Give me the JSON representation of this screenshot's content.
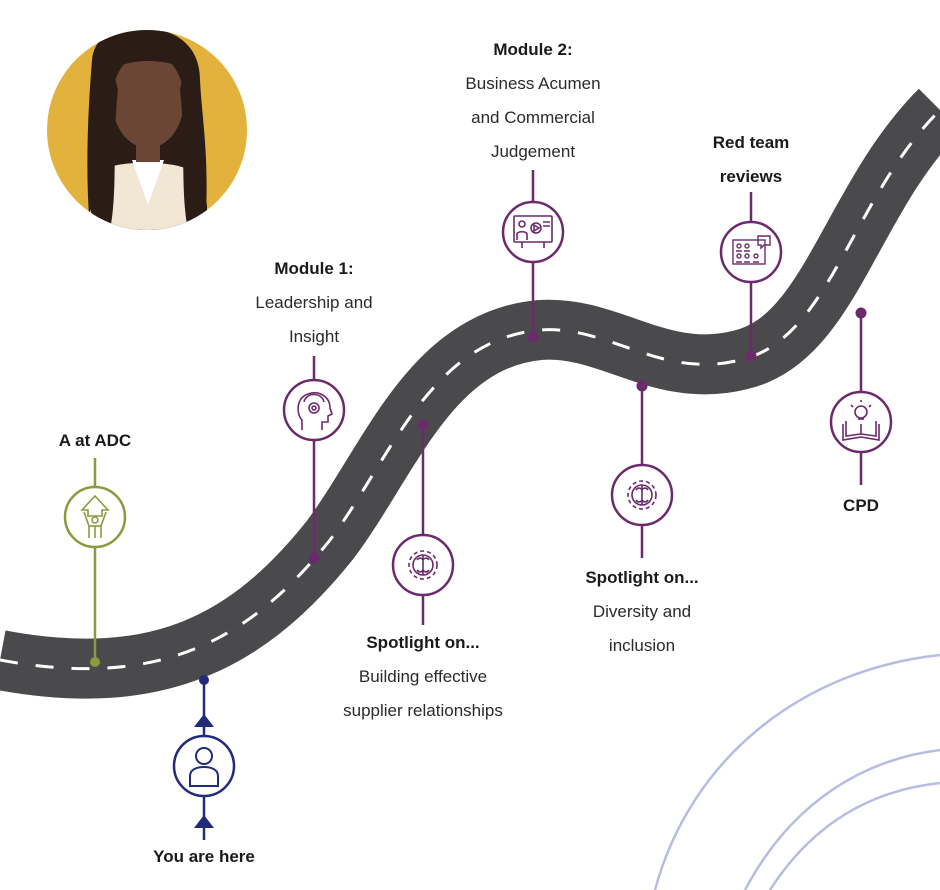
{
  "milestones": {
    "you_are_here": {
      "title": "You are here"
    },
    "a_at_adc": {
      "title": "A at ADC"
    },
    "module1": {
      "title": "Module 1:",
      "line1": "Leadership and",
      "line2": "Insight"
    },
    "spotlight_supplier": {
      "title": "Spotlight on...",
      "line1": "Building effective",
      "line2": "supplier relationships"
    },
    "module2": {
      "title": "Module 2:",
      "line1": "Business Acumen",
      "line2": "and Commercial",
      "line3": "Judgement"
    },
    "spotlight_diversity": {
      "title": "Spotlight on...",
      "line1": "Diversity and",
      "line2": "inclusion"
    },
    "red_team": {
      "title": "Red team",
      "line2": "reviews"
    },
    "cpd": {
      "title": "CPD"
    }
  },
  "icons": {
    "you_are_here": "person-icon",
    "a_at_adc": "achievement-icon",
    "module1": "headset-head-icon",
    "spotlight_supplier": "brain-gear-icon",
    "module2": "video-presentation-icon",
    "spotlight_diversity": "brain-gear-icon",
    "red_team": "meeting-review-icon",
    "cpd": "book-lightbulb-icon"
  },
  "colors": {
    "road": "#4a4a4d",
    "road_dash": "#ffffff",
    "purple": "#6b2a6b",
    "olive": "#8a9a3e",
    "navy": "#222a7a",
    "arc": "#b8bce0",
    "avatar_bg": "#e3b23c",
    "skin": "#6b4535",
    "hair": "#2b1d16",
    "top": "#f2e6d4"
  }
}
